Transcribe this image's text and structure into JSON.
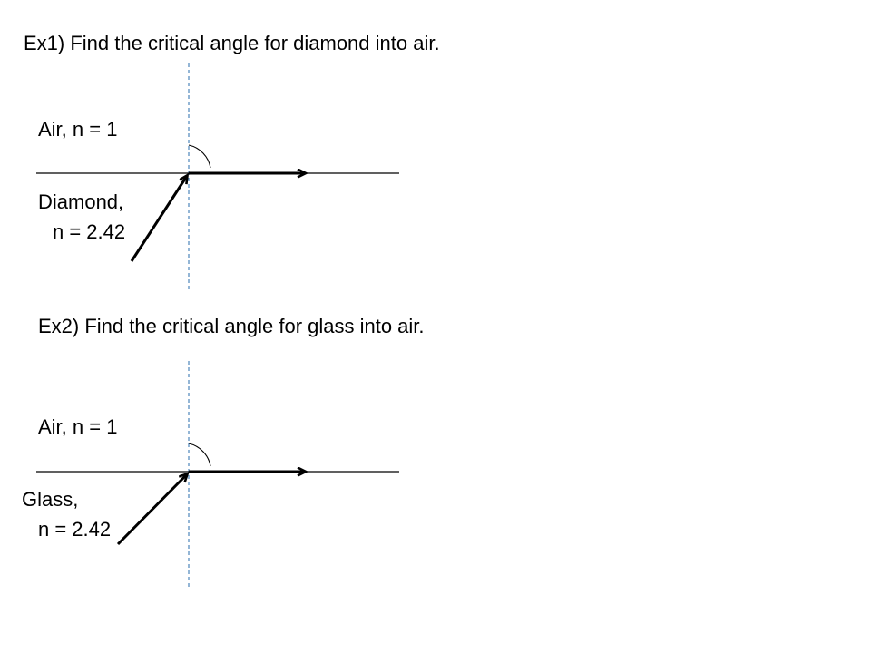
{
  "slide": {
    "ex1": {
      "question": "Ex1) Find the critical angle for diamond into air.",
      "top_medium": "Air, n = 1",
      "bottom_medium_name": "Diamond,",
      "bottom_medium_index": "n = 2.42"
    },
    "ex2": {
      "question": "Ex2) Find the critical angle for glass into air.",
      "top_medium": "Air, n = 1",
      "bottom_medium_name": "Glass,",
      "bottom_medium_index": "n = 2.42"
    }
  },
  "colors": {
    "normal_line": "#5b8fbf",
    "ink": "#000000"
  }
}
